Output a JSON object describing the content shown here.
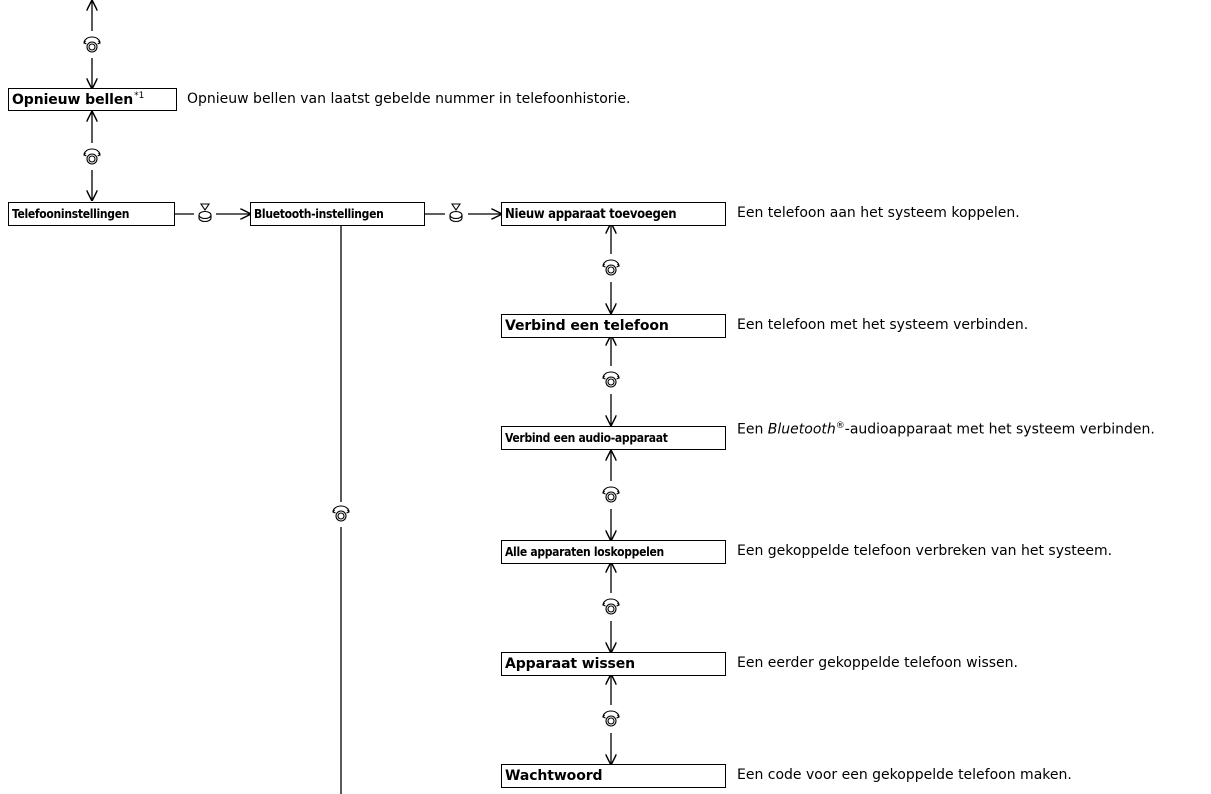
{
  "menu": {
    "redial": {
      "label": "Opnieuw bellen",
      "sup": "*1",
      "desc": "Opnieuw bellen van laatst gebelde nummer in telefoonhistorie."
    },
    "phone_settings": {
      "label": "Telefooninstellingen"
    },
    "bt_settings": {
      "label": "Bluetooth-instellingen"
    },
    "items": [
      {
        "label": "Nieuw apparaat toevoegen",
        "desc": "Een telefoon aan het systeem koppelen."
      },
      {
        "label": "Verbind een telefoon",
        "desc": "Een telefoon met het systeem verbinden."
      },
      {
        "label": "Verbind een audio-apparaat",
        "desc_pre": "Een ",
        "desc_italic": "Bluetooth",
        "desc_reg": "®",
        "desc_post": "-audioapparaat met het systeem verbinden."
      },
      {
        "label": "Alle apparaten loskoppelen",
        "desc": "Een gekoppelde telefoon verbreken van het systeem."
      },
      {
        "label": "Apparaat wissen",
        "desc": "Een eerder gekoppelde telefoon wissen."
      },
      {
        "label": "Wachtwoord",
        "desc": "Een code voor een gekoppelde telefoon maken."
      }
    ]
  },
  "icons": {
    "rotate": "interface-dial-rotate-icon",
    "press": "interface-dial-press-icon"
  }
}
